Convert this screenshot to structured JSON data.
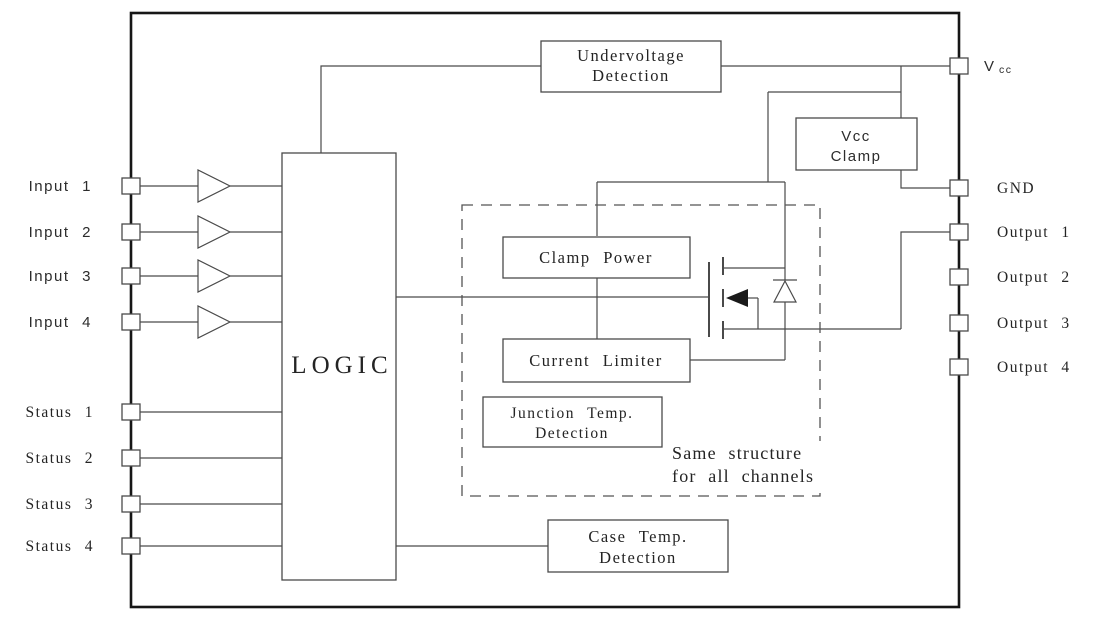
{
  "diagram_type": "functional-block-diagram",
  "colors": {
    "background": "#ffffff",
    "outer_border": "#161616",
    "wires": "#4a4a4a",
    "text": "#242424"
  },
  "pins": {
    "inputs": [
      {
        "label": "Input 1"
      },
      {
        "label": "Input 2"
      },
      {
        "label": "Input 3"
      },
      {
        "label": "Input 4"
      }
    ],
    "status": [
      {
        "label": "Status 1"
      },
      {
        "label": "Status 2"
      },
      {
        "label": "Status 3"
      },
      {
        "label": "Status 4"
      }
    ],
    "vcc": {
      "label": "V",
      "sub": "cc"
    },
    "gnd": {
      "label": "GND"
    },
    "outputs": [
      {
        "label": "Output 1"
      },
      {
        "label": "Output 2"
      },
      {
        "label": "Output 3"
      },
      {
        "label": "Output 4"
      }
    ]
  },
  "blocks": {
    "undervoltage": {
      "line1": "Undervoltage",
      "line2": "Detection"
    },
    "vcc_clamp": {
      "line1": "Vcc",
      "line2": "Clamp"
    },
    "logic": {
      "label": "LOGIC"
    },
    "clamp_power": {
      "label": "Clamp Power"
    },
    "current_limiter": {
      "label": "Current Limiter"
    },
    "junction_temp": {
      "line1": "Junction Temp.",
      "line2": "Detection"
    },
    "case_temp": {
      "line1": "Case Temp.",
      "line2": "Detection"
    }
  },
  "annotations": {
    "same_structure_line1": "Same structure",
    "same_structure_line2": "for all channels"
  }
}
